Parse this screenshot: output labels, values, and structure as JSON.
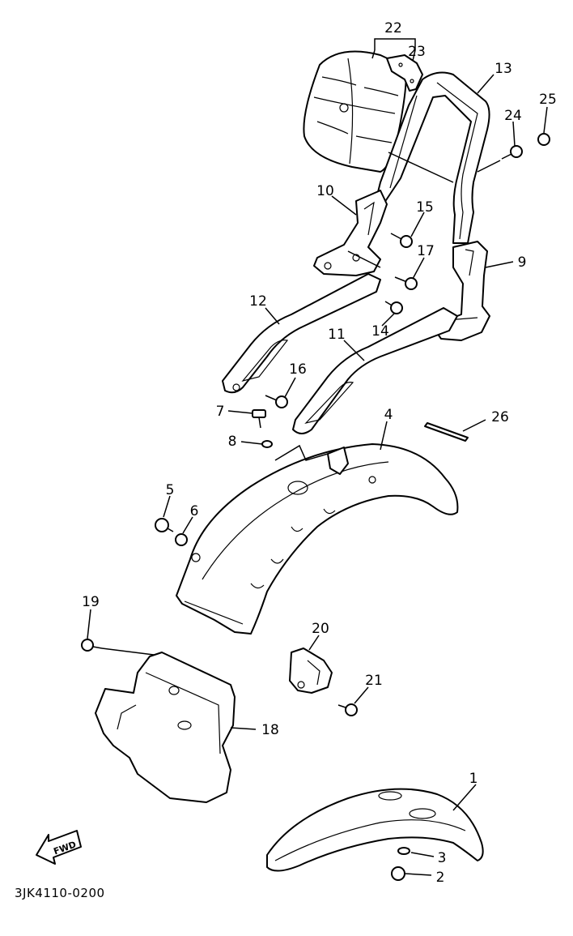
{
  "diagram": {
    "catalog_code": "3JK4110-0200",
    "direction_label": "FWD",
    "callouts": [
      {
        "id": "p1",
        "label": "1"
      },
      {
        "id": "p2",
        "label": "2"
      },
      {
        "id": "p3",
        "label": "3"
      },
      {
        "id": "p4",
        "label": "4"
      },
      {
        "id": "p5",
        "label": "5"
      },
      {
        "id": "p6",
        "label": "6"
      },
      {
        "id": "p7",
        "label": "7"
      },
      {
        "id": "p8",
        "label": "8"
      },
      {
        "id": "p9",
        "label": "9"
      },
      {
        "id": "p10",
        "label": "10"
      },
      {
        "id": "p11",
        "label": "11"
      },
      {
        "id": "p12",
        "label": "12"
      },
      {
        "id": "p13",
        "label": "13"
      },
      {
        "id": "p14",
        "label": "14"
      },
      {
        "id": "p15",
        "label": "15"
      },
      {
        "id": "p16",
        "label": "16"
      },
      {
        "id": "p17",
        "label": "17"
      },
      {
        "id": "p18",
        "label": "18"
      },
      {
        "id": "p19",
        "label": "19"
      },
      {
        "id": "p20",
        "label": "20"
      },
      {
        "id": "p21",
        "label": "21"
      },
      {
        "id": "p22",
        "label": "22"
      },
      {
        "id": "p23",
        "label": "23"
      },
      {
        "id": "p24",
        "label": "24"
      },
      {
        "id": "p25",
        "label": "25"
      },
      {
        "id": "p26",
        "label": "26"
      }
    ]
  }
}
